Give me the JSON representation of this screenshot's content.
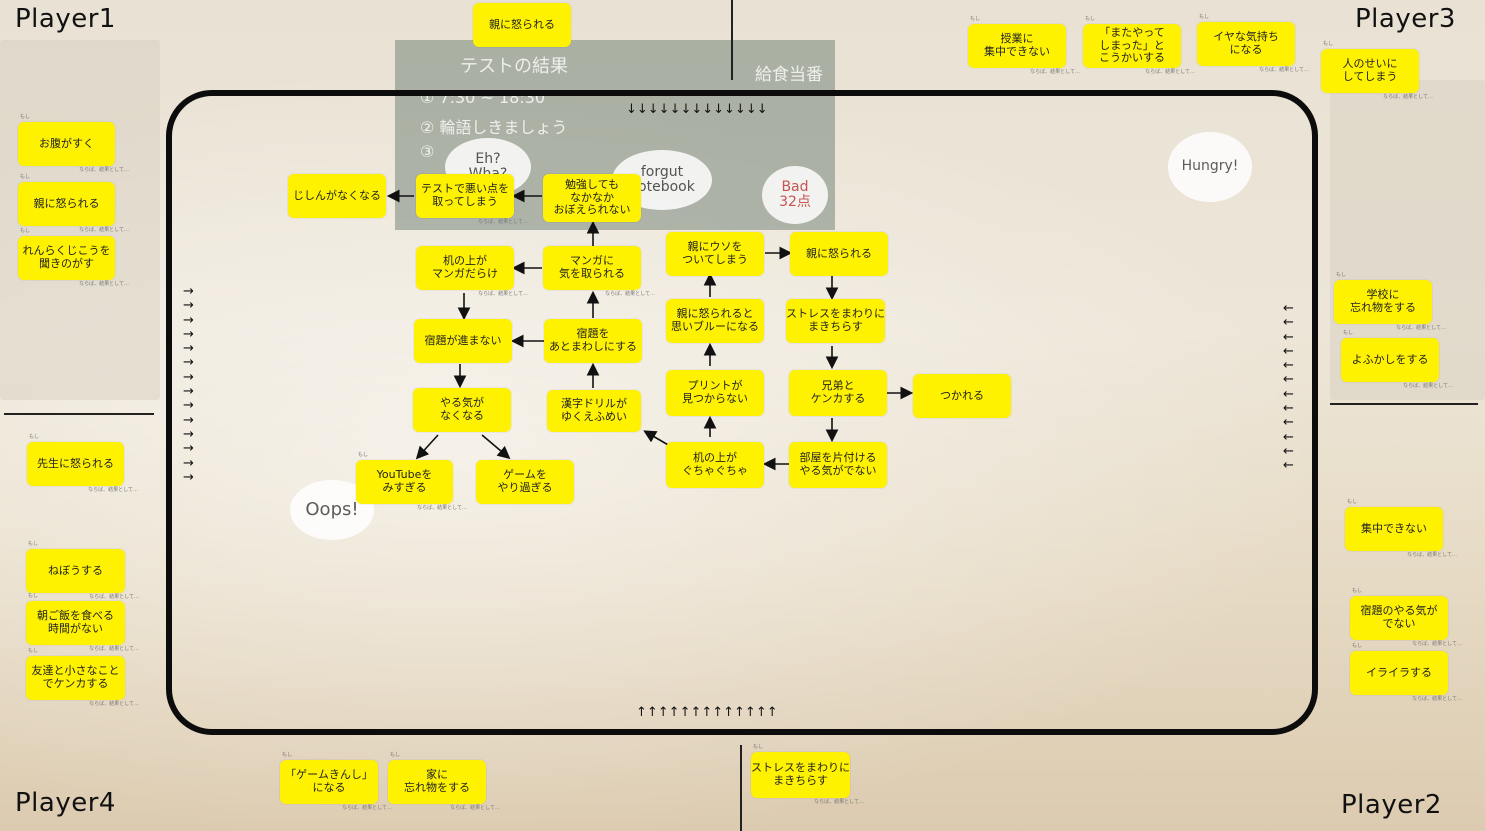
{
  "players": {
    "p1": "Player1",
    "p2": "Player2",
    "p3": "Player3",
    "p4": "Player4"
  },
  "background_text": {
    "board_title": "テストの結果",
    "board_line1": "① 7:30 ~ 18:30",
    "board_line2": "② 輪語しきましょう",
    "board_line3": "③",
    "lunch_sign": "給食当番",
    "bubble_eh": "Eh?\nWha?",
    "bubble_forgot": "forgut\nnotebook",
    "bubble_bad": "Bad\n32点",
    "bubble_hungry": "Hungry!",
    "bubble_oops": "Oops!"
  },
  "card_marks": {
    "top": "もし",
    "bottom": "ならば、結果として…"
  },
  "hand_p1": [
    "お腹がすく",
    "親に怒られる",
    "れんらくじこうを\n聞きのがす",
    "先生に怒られる"
  ],
  "hand_p4": [
    "ねぼうする",
    "朝ご飯を食べる\n時間がない",
    "友達と小さなこと\nでケンカする",
    "「ゲームきんし」\nになる",
    "家に\n忘れ物をする"
  ],
  "hand_p3": [
    "授業に\n集中できない",
    "「またやって\nしまった」と\nこうかいする",
    "イヤな気持ち\nになる",
    "人のせいに\nしてしまう",
    "学校に\n忘れ物をする",
    "よふかしをする"
  ],
  "hand_p2": [
    "集中できない",
    "宿題のやる気が\nでない",
    "イライラする"
  ],
  "played_top": "親に怒られる",
  "played_bottom": "ストレスをまわりに\nまきちらす",
  "board_cards": {
    "jishin": "じしんがなくなる",
    "test": "テストで悪い点を\n取ってしまう",
    "benkyou": "勉強しても\nなかなか\nおぼえられない",
    "tsukue_manga": "机の上が\nマンガだらけ",
    "manga": "マンガに\n気を取られる",
    "shukudai_susumanai": "宿題が進まない",
    "shukudai_ato": "宿題を\nあとまわしにする",
    "yaruki": "やる気が\nなくなる",
    "kanji": "漢字ドリルが\nゆくえふめい",
    "youtube": "YouTubeを\nみすぎる",
    "game": "ゲームを\nやり過ぎる",
    "uso": "親にウソを\nついてしまう",
    "oya_okorareru": "親に怒られる",
    "blue": "親に怒られると\n思いブルーになる",
    "stress": "ストレスをまわりに\nまきちらす",
    "print": "プリントが\n見つからない",
    "kyoudai": "兄弟と\nケンカする",
    "tsukareru": "つかれる",
    "tsukue_gucha": "机の上が\nぐちゃぐちゃ",
    "heya": "部屋を片付ける\nやる気がでない"
  },
  "edge_arrows": {
    "top": "↓↓↓↓↓↓↓↓↓↓↓↓↓",
    "bottom": "↑↑↑↑↑↑↑↑↑↑↑↑↑",
    "left": "→",
    "right": "←"
  }
}
